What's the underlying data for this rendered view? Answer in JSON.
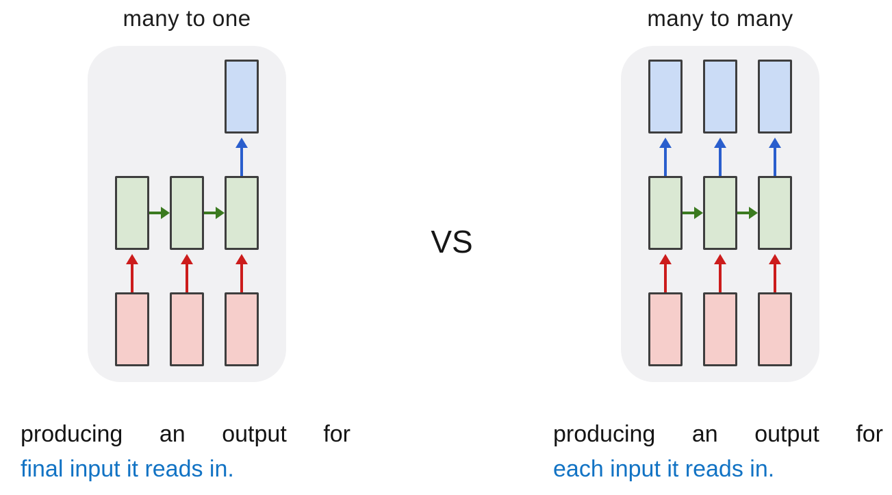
{
  "vs_label": "VS",
  "colors": {
    "panel_bg": "#f1f1f3",
    "box_border": "#3e3e3e",
    "input_fill": "#f6cecb",
    "hidden_fill": "#dae8d3",
    "output_fill": "#cbdcf6",
    "arrow_input": "#cc1c1c",
    "arrow_hidden": "#3b7a20",
    "arrow_output": "#2a5ecd",
    "title_color": "#1c1c1c",
    "caption_text": "#141414",
    "caption_highlight": "#1273c4"
  },
  "left_diagram": {
    "title": "many to one",
    "caption_line1": "producing an output for",
    "caption_line2": "final input it reads in.",
    "structure": {
      "inputs": 3,
      "hidden_units": 3,
      "outputs": 1
    }
  },
  "right_diagram": {
    "title": "many to many",
    "caption_line1": "producing an output for",
    "caption_line2": "each input it reads in.",
    "structure": {
      "inputs": 3,
      "hidden_units": 3,
      "outputs": 3
    }
  }
}
